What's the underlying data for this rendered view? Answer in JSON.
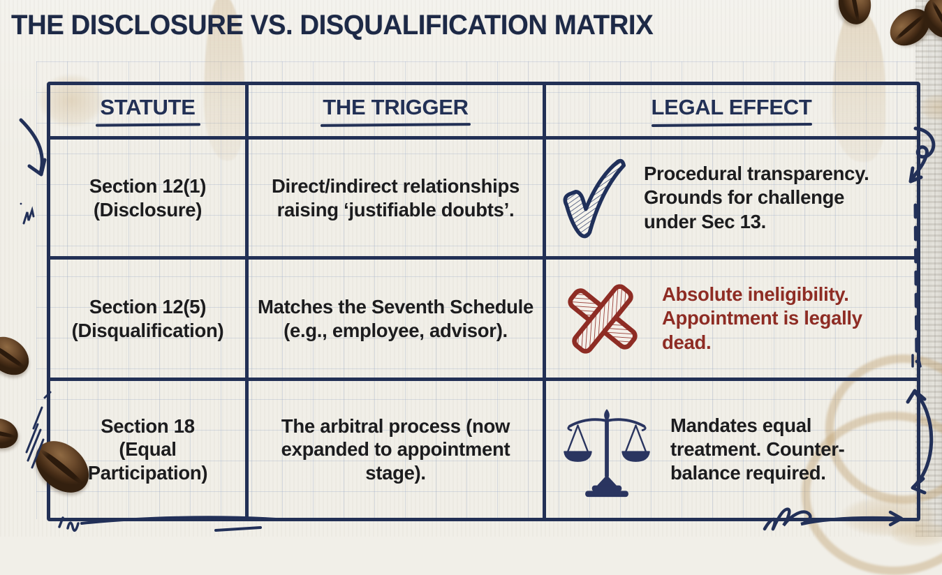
{
  "title": "THE DISCLOSURE VS. DISQUALIFICATION MATRIX",
  "table": {
    "headers": [
      {
        "label": "STATUTE"
      },
      {
        "label": "THE TRIGGER"
      },
      {
        "label": "LEGAL EFFECT"
      }
    ],
    "rows": [
      {
        "statute": "Section 12(1)\n(Disclosure)",
        "trigger": "Direct/indirect relationships raising ‘justifiable doubts’.",
        "effect": "Procedural transparency. Grounds for challenge under Sec 13.",
        "effect_icon": "checkmark-icon",
        "effect_color": "#1c1c1e"
      },
      {
        "statute": "Section 12(5)\n(Disqualification)",
        "trigger": "Matches the Seventh Schedule (e.g., employee, advisor).",
        "effect": "Absolute ineligibility. Appointment is legally dead.",
        "effect_icon": "cross-icon",
        "effect_color": "#8e2c24"
      },
      {
        "statute": "Section 18\n(Equal\nParticipation)",
        "trigger": "The arbitral process (now expanded to appointment stage).",
        "effect": "Mandates equal treatment. Counter-balance required.",
        "effect_icon": "scales-icon",
        "effect_color": "#1c1c1e"
      }
    ]
  },
  "icons": {
    "row_icons": [
      "checkmark-icon",
      "cross-icon",
      "scales-icon"
    ],
    "decorations": [
      "coffee-bean-icon",
      "coffee-stain",
      "hand-drawn-arrow",
      "pen-scribble"
    ]
  },
  "colors": {
    "ink_navy": "#223055",
    "ink_black": "#1c1c1e",
    "ink_red": "#8e2c24",
    "paper": "#f1efe8",
    "grid_blue": "#6982b4",
    "bean_brown": "#5f4026",
    "stain_tan": "#c8a876"
  },
  "scribbles": {
    "top_left": "M.",
    "left_mid": "MM",
    "bottom_left": "1w",
    "right_mid": "IR",
    "bottom_right": "mR"
  }
}
